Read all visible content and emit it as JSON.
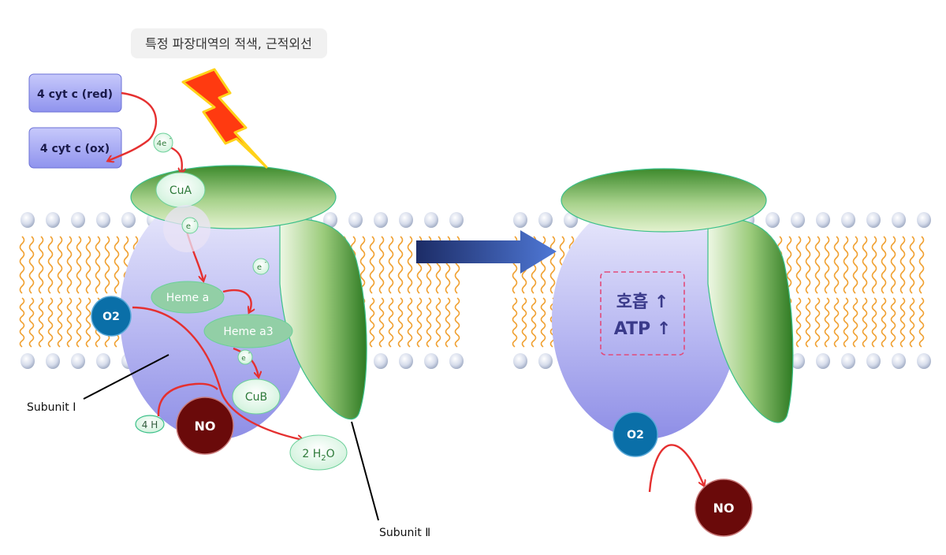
{
  "header": {
    "label": "특정 파장대역의 적색, 근적외선"
  },
  "electron_donors": {
    "reduced": "4 cyt c (red)",
    "oxidized": "4 cyt c (ox)"
  },
  "electrons": {
    "four": "4e",
    "single": "e",
    "charge": "-"
  },
  "cofactors": {
    "cua": "CuA",
    "heme_a": "Heme a",
    "heme_a3": "Heme a3",
    "cub": "CuB"
  },
  "molecules": {
    "o2": "O2",
    "no": "NO",
    "protons": "4 H",
    "water_prefix": "2 H",
    "water_sub": "2",
    "water_suffix": "O"
  },
  "subunits": {
    "one": "Subunit Ⅰ",
    "two": "Subunit Ⅱ"
  },
  "result": {
    "respiration": "호흡 ↑",
    "atp": "ATP ↑"
  },
  "colors": {
    "membrane_bead": "#c7d1e0",
    "lipid_tail": "#f0a030",
    "subunit1": "#9f9ff0",
    "subunit2": "#3f8f2f",
    "arrow_red": "#e53030",
    "o2_fill": "#0a6fa8",
    "no_fill": "#6a0a0a",
    "result_text": "#3a3a8a"
  }
}
